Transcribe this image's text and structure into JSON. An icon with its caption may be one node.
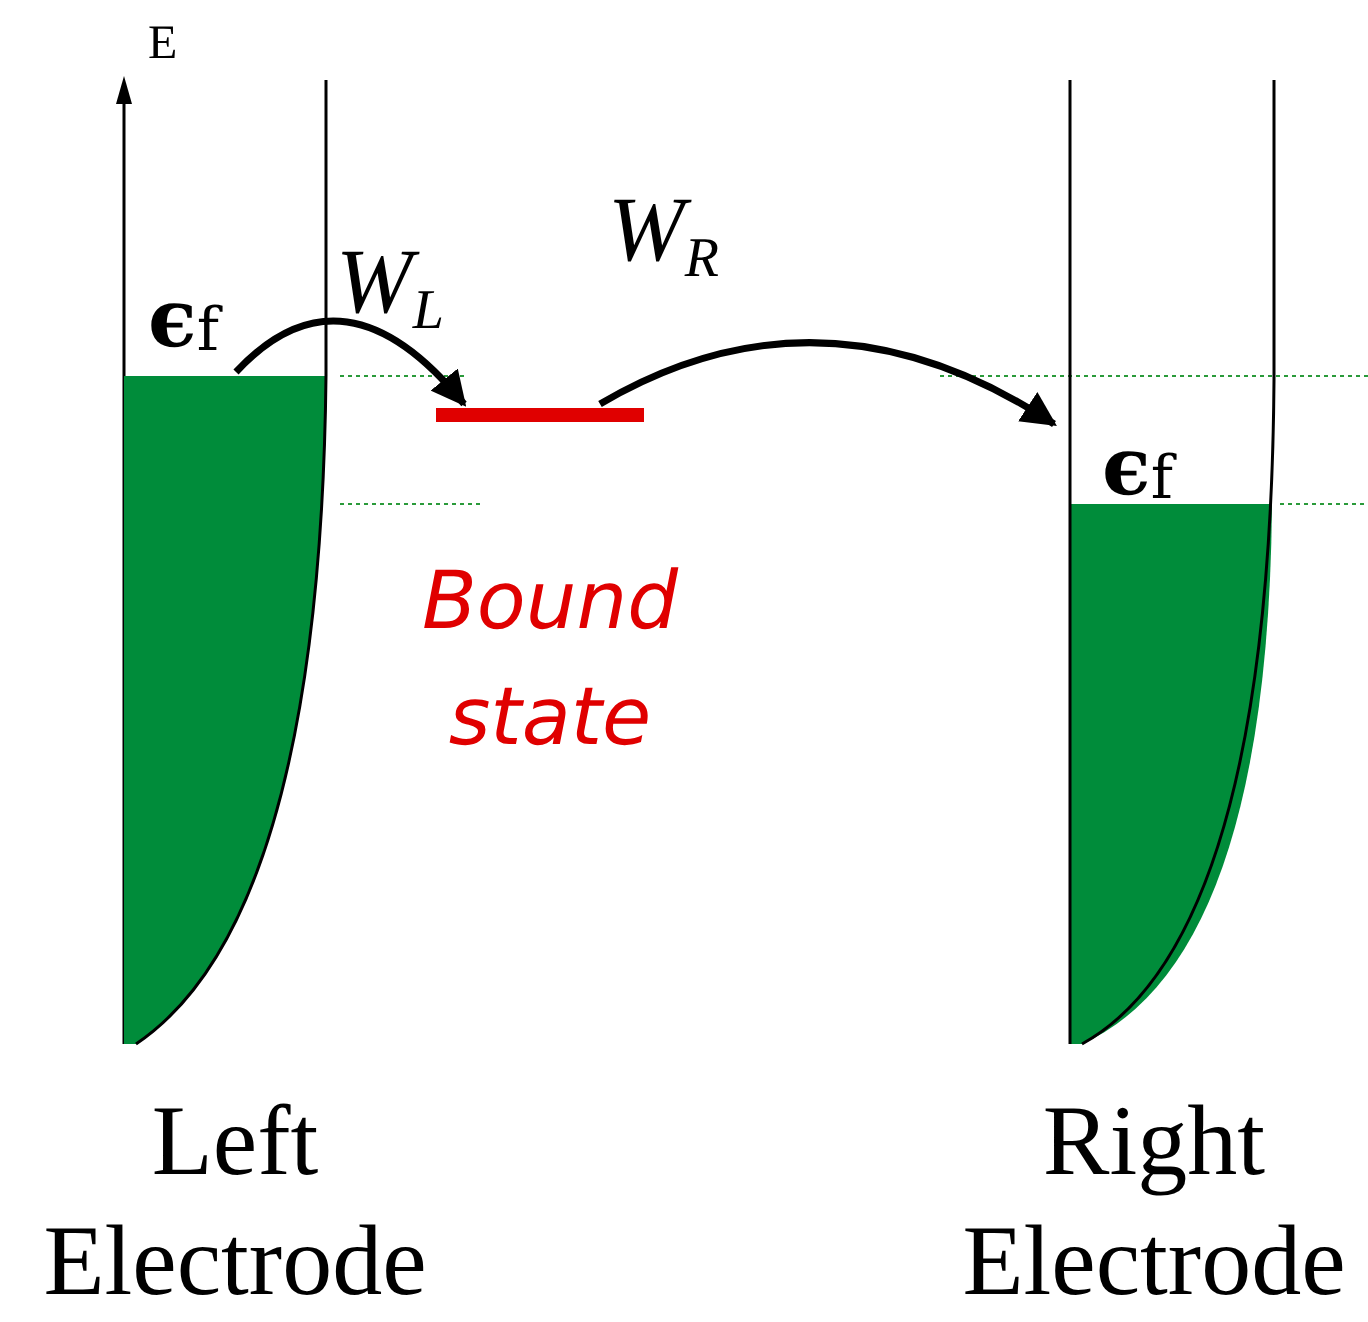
{
  "diagram": {
    "nodes": [
      {
        "text": [
          "ϵ$_{f}$"
        ],
        "beside": [
          "Left Electrode"
        ]
      },
      {
        "text": [],
        "shape": "bar",
        "beside": [
          "Bound state"
        ]
      },
      {
        "text": [
          "ϵ$_{f}$"
        ],
        "beside": [
          "Right Electrode"
        ]
      }
    ],
    "edges": [
      {
        "from": 0,
        "to": 1,
        "arrow": "to",
        "label": "W$_{L}$"
      },
      {
        "from": 1,
        "to": 2,
        "arrow": "to",
        "label": "W$_{R}$"
      }
    ],
    "labels": [
      "E"
    ]
  }
}
